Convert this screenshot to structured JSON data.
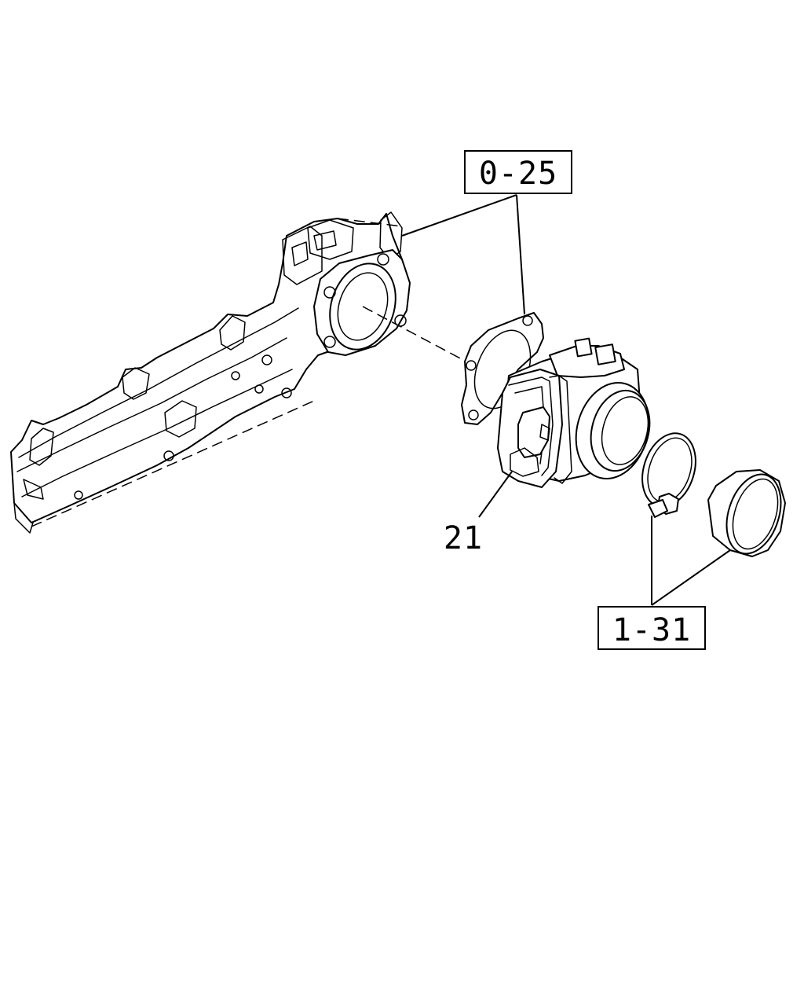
{
  "callouts": {
    "ref_top": "0-25",
    "part_number": "21",
    "ref_bottom": "1-31"
  }
}
